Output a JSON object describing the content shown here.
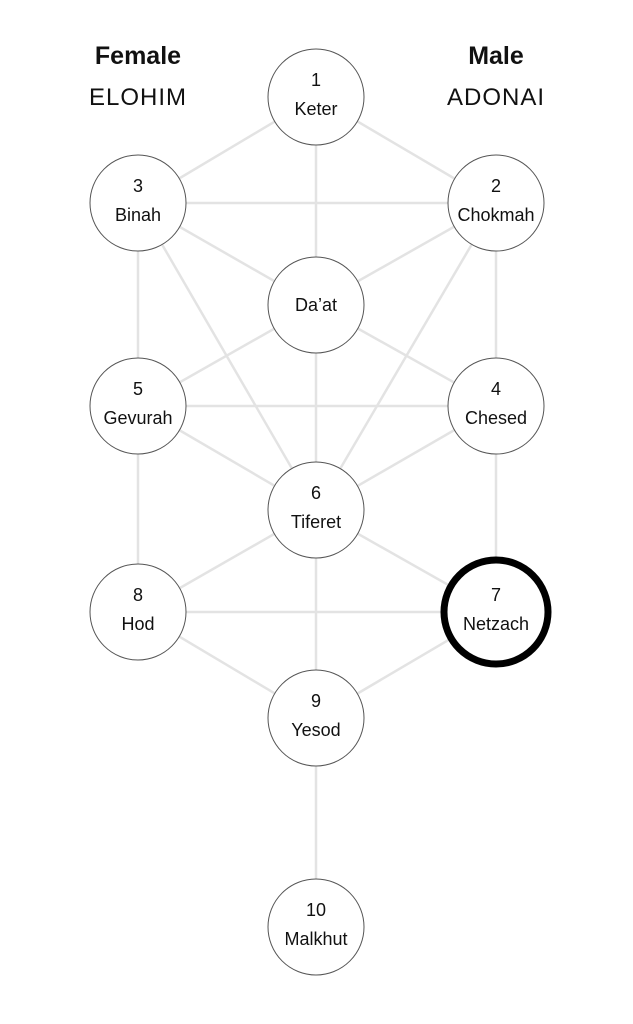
{
  "left_pillar": {
    "title": "Female",
    "name": "ELOHIM"
  },
  "right_pillar": {
    "title": "Male",
    "name": "ADONAI"
  },
  "colors": {
    "line": "#e3e3e3",
    "node_border": "#555555",
    "highlight_border": "#000000"
  },
  "highlighted": "netzach",
  "nodes": [
    {
      "id": "keter",
      "number": "1",
      "name": "Keter"
    },
    {
      "id": "chokmah",
      "number": "2",
      "name": "Chokmah"
    },
    {
      "id": "binah",
      "number": "3",
      "name": "Binah"
    },
    {
      "id": "daat",
      "number": "",
      "name": "Da’at"
    },
    {
      "id": "chesed",
      "number": "4",
      "name": "Chesed"
    },
    {
      "id": "gevurah",
      "number": "5",
      "name": "Gevurah"
    },
    {
      "id": "tiferet",
      "number": "6",
      "name": "Tiferet"
    },
    {
      "id": "netzach",
      "number": "7",
      "name": "Netzach"
    },
    {
      "id": "hod",
      "number": "8",
      "name": "Hod"
    },
    {
      "id": "yesod",
      "number": "9",
      "name": "Yesod"
    },
    {
      "id": "malkhut",
      "number": "10",
      "name": "Malkhut"
    }
  ],
  "paths": [
    [
      "keter",
      "chokmah"
    ],
    [
      "keter",
      "binah"
    ],
    [
      "keter",
      "daat"
    ],
    [
      "binah",
      "chokmah"
    ],
    [
      "binah",
      "daat"
    ],
    [
      "chokmah",
      "daat"
    ],
    [
      "binah",
      "gevurah"
    ],
    [
      "binah",
      "tiferet"
    ],
    [
      "chokmah",
      "chesed"
    ],
    [
      "chokmah",
      "tiferet"
    ],
    [
      "daat",
      "gevurah"
    ],
    [
      "daat",
      "chesed"
    ],
    [
      "daat",
      "tiferet"
    ],
    [
      "gevurah",
      "chesed"
    ],
    [
      "gevurah",
      "tiferet"
    ],
    [
      "chesed",
      "tiferet"
    ],
    [
      "gevurah",
      "hod"
    ],
    [
      "chesed",
      "netzach"
    ],
    [
      "tiferet",
      "hod"
    ],
    [
      "tiferet",
      "netzach"
    ],
    [
      "tiferet",
      "yesod"
    ],
    [
      "hod",
      "netzach"
    ],
    [
      "hod",
      "yesod"
    ],
    [
      "netzach",
      "yesod"
    ],
    [
      "yesod",
      "malkhut"
    ]
  ]
}
